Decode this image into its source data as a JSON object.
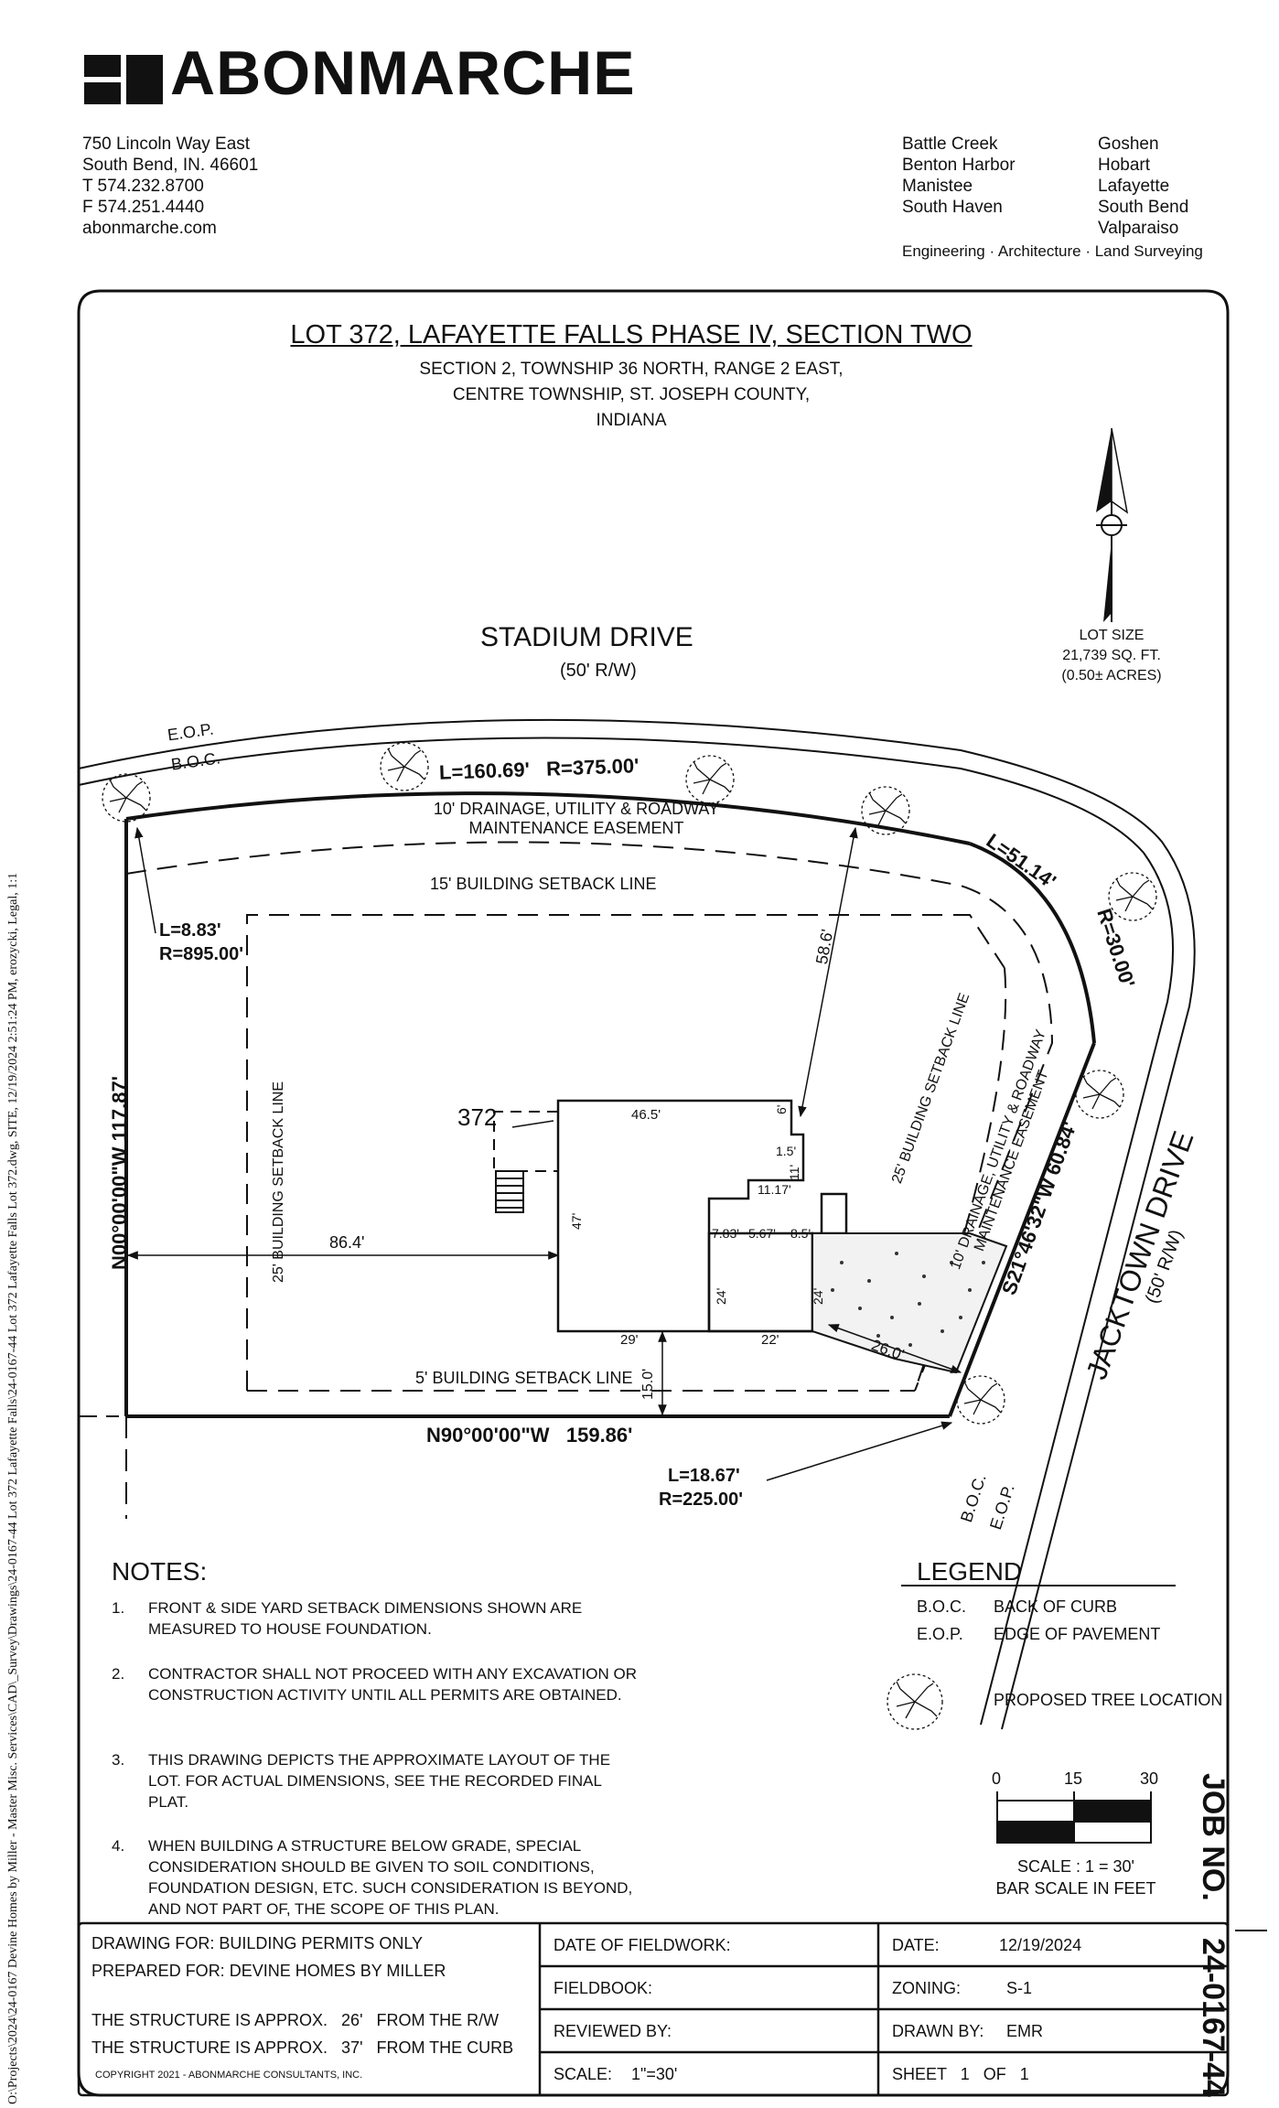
{
  "header": {
    "company": "ABONMARCHE",
    "address": [
      "750 Lincoln Way East",
      "South Bend, IN. 46601",
      "T 574.232.8700",
      "F 574.251.4440",
      "abonmarche.com"
    ],
    "offices_col1": [
      "Battle Creek",
      "Benton Harbor",
      "Manistee",
      "South Haven"
    ],
    "offices_col2": [
      "Goshen",
      "Hobart",
      "Lafayette",
      "South Bend",
      "Valparaiso"
    ],
    "tagline": "Engineering · Architecture · Land Surveying"
  },
  "side_path": "O:\\Projects\\2024\\24-0167 Devine Homes by Miller - Master Misc. Services\\CAD\\_Survey\\Drawings\\24-0167-44 Lot 372 Lafayette Falls\\24-0167-44 Lot 372 Lafayette Falls Lot 372.dwg, SITE, 12/19/2024 2:51:24 PM, erozycki, Legal, 1:1",
  "title": {
    "line1": "LOT 372,  LAFAYETTE FALLS PHASE IV, SECTION TWO",
    "line2": "SECTION 2, TOWNSHIP 36 NORTH, RANGE 2 EAST,",
    "line3": "CENTRE TOWNSHIP, ST. JOSEPH COUNTY,",
    "line4": "INDIANA"
  },
  "lot_size": {
    "label": "LOT SIZE",
    "sqft": "21,739 SQ. FT.",
    "acres": "(0.50± ACRES)"
  },
  "plan": {
    "stadium_drive": "STADIUM DRIVE",
    "stadium_rw": "(50' R/W)",
    "jacktown_drive": "JACKTOWN DRIVE",
    "jacktown_rw": "(50' R/W)",
    "eop": "E.O.P.",
    "boc": "B.O.C.",
    "curve_north": "L=160.69'   R=375.00'",
    "curve_corner_l": "L=51.14'",
    "curve_corner_r": "R=30.00'",
    "curve_west_l": "L=8.83'",
    "curve_west_r": "R=895.00'",
    "curve_south_l": "L=18.67'",
    "curve_south_r": "R=225.00'",
    "easement_north_1": "10' DRAINAGE, UTILITY & ROADWAY",
    "easement_north_2": "MAINTENANCE EASEMENT",
    "easement_east_1": "10' DRAINAGE, UTILITY & ROADWAY",
    "easement_east_2": "MAINTENANCE EASEMENT",
    "setback_15": "15' BUILDING SETBACK LINE",
    "setback_25_west": "25' BUILDING SETBACK LINE",
    "setback_25_east": "25' BUILDING SETBACK LINE",
    "setback_5": "5' BUILDING SETBACK LINE",
    "west_line": "N00°00'00\"W  117.87'",
    "south_line": "N90°00'00\"W   159.86'",
    "east_line": "S21°46'32\"W  60.84'",
    "lot_number": "372",
    "dims": {
      "d58_6": "58.6'",
      "d86_4": "86.4'",
      "d46_5": "46.5'",
      "d6": "6'",
      "d1_5": "1.5'",
      "d11": "11'",
      "d11_17": "11.17'",
      "d7_83": "7.83'",
      "d5_67": "5.67'",
      "d8_5": "8.5'",
      "d47": "47'",
      "d24a": "24'",
      "d24b": "24'",
      "d29": "29'",
      "d22": "22'",
      "d26": "26.0'",
      "d15": "15.0'"
    }
  },
  "notes": {
    "heading": "NOTES:",
    "items": [
      {
        "num": "1.",
        "text": "FRONT & SIDE YARD SETBACK DIMENSIONS SHOWN ARE MEASURED TO HOUSE FOUNDATION."
      },
      {
        "num": "2.",
        "text": "CONTRACTOR SHALL NOT PROCEED WITH ANY EXCAVATION OR CONSTRUCTION ACTIVITY UNTIL ALL PERMITS ARE OBTAINED."
      },
      {
        "num": "3.",
        "text": "THIS DRAWING DEPICTS THE APPROXIMATE LAYOUT OF THE LOT.  FOR ACTUAL DIMENSIONS, SEE THE RECORDED FINAL PLAT."
      },
      {
        "num": "4.",
        "text": "WHEN BUILDING A STRUCTURE BELOW GRADE, SPECIAL CONSIDERATION SHOULD BE GIVEN TO SOIL CONDITIONS, FOUNDATION DESIGN, ETC.  SUCH CONSIDERATION IS BEYOND, AND NOT PART OF, THE SCOPE OF THIS PLAN."
      }
    ]
  },
  "legend": {
    "heading": "LEGEND",
    "boc_abbr": "B.O.C.",
    "boc_text": "BACK OF CURB",
    "eop_abbr": "E.O.P.",
    "eop_text": "EDGE OF PAVEMENT",
    "tree_text": "PROPOSED TREE LOCATION"
  },
  "scale_bar": {
    "ticks": [
      "0",
      "15",
      "30"
    ],
    "scale_text": "SCALE : 1 = 30'",
    "units_text": "BAR SCALE IN FEET"
  },
  "job": {
    "label": "JOB NO.",
    "number": "24-0167-44"
  },
  "title_block": {
    "drawing_for": "DRAWING FOR:  BUILDING PERMITS ONLY",
    "prepared_for": "PREPARED FOR:  DEVINE HOMES BY MILLER",
    "struct_rw": "THE STRUCTURE IS APPROX.   26'   FROM THE R/W",
    "struct_curb": "THE STRUCTURE IS APPROX.   37'   FROM THE CURB",
    "copyright": "COPYRIGHT 2021 - ABONMARCHE CONSULTANTS, INC.",
    "date_fieldwork": "DATE OF FIELDWORK:",
    "fieldbook": "FIELDBOOK:",
    "reviewed_by": "REVIEWED BY:",
    "scale_label": "SCALE:",
    "scale_value": "1\"=30'",
    "date_label": "DATE:",
    "date_value": "12/19/2024",
    "zoning_label": "ZONING:",
    "zoning_value": "S-1",
    "drawn_by_label": "DRAWN BY:",
    "drawn_by_value": "EMR",
    "sheet": "SHEET   1   OF   1"
  }
}
